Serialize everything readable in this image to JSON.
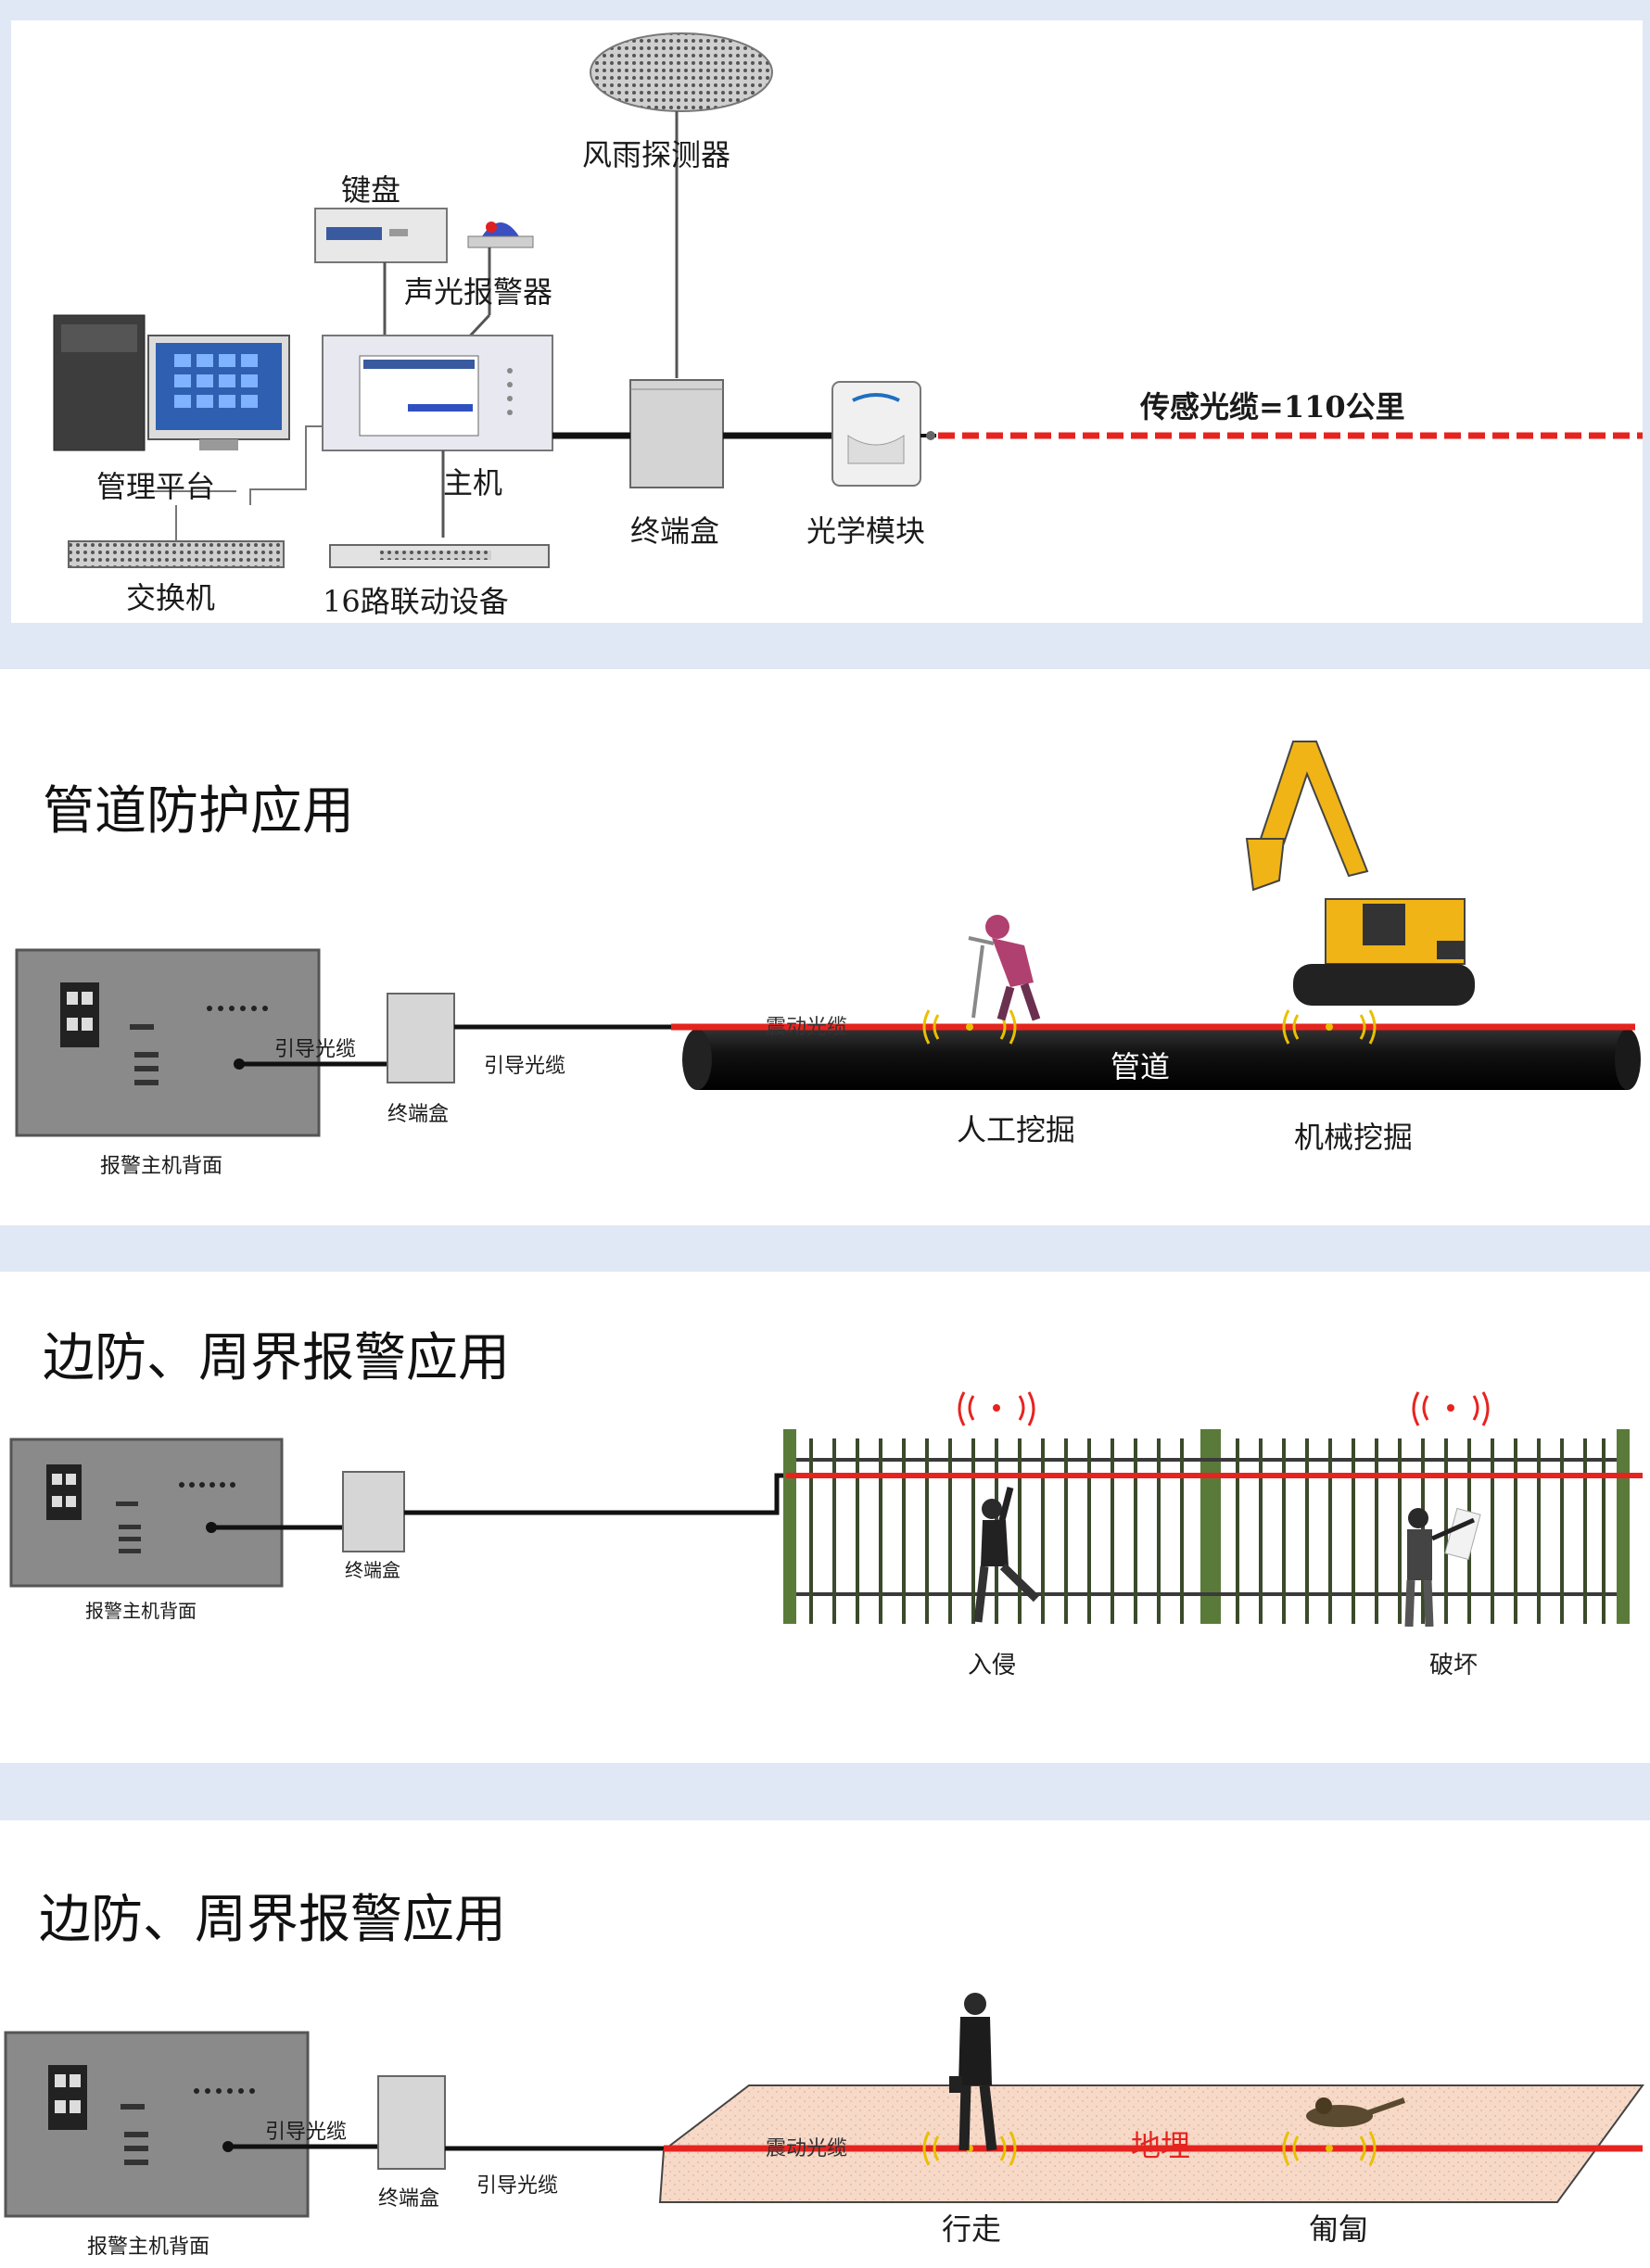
{
  "system": {
    "weather_detector": "风雨探测器",
    "keyboard": "键盘",
    "alarm_light": "声光报警器",
    "management_platform": "管理平台",
    "host": "主机",
    "terminal_box": "终端盒",
    "optical_module": "光学模块",
    "switch": "交换机",
    "linkage_device": "16路联动设备",
    "sensing_cable": "传感光缆=110公里"
  },
  "pipeline": {
    "title": "管道防护应用",
    "lead_cable_1": "引导光缆",
    "lead_cable_2": "引导光缆",
    "terminal_box": "终端盒",
    "host_back": "报警主机背面",
    "vibration_cable": "震动光缆",
    "pipe": "管道",
    "manual_dig": "人工挖掘",
    "machine_dig": "机械挖掘"
  },
  "fence": {
    "title": "边防、周界报警应用",
    "terminal_box": "终端盒",
    "host_back": "报警主机背面",
    "intrusion": "入侵",
    "damage": "破坏"
  },
  "buried": {
    "title": "边防、周界报警应用",
    "lead_cable_1": "引导光缆",
    "lead_cable_2": "引导光缆",
    "terminal_box": "终端盒",
    "host_back": "报警主机背面",
    "vibration_cable": "震动光缆",
    "buried": "地埋",
    "walking": "行走",
    "crawling": "匍匐"
  },
  "colors": {
    "sensing_cable": "#e52420",
    "panel_bg": "#ffffff",
    "page_bg": "#dfe8f4"
  }
}
